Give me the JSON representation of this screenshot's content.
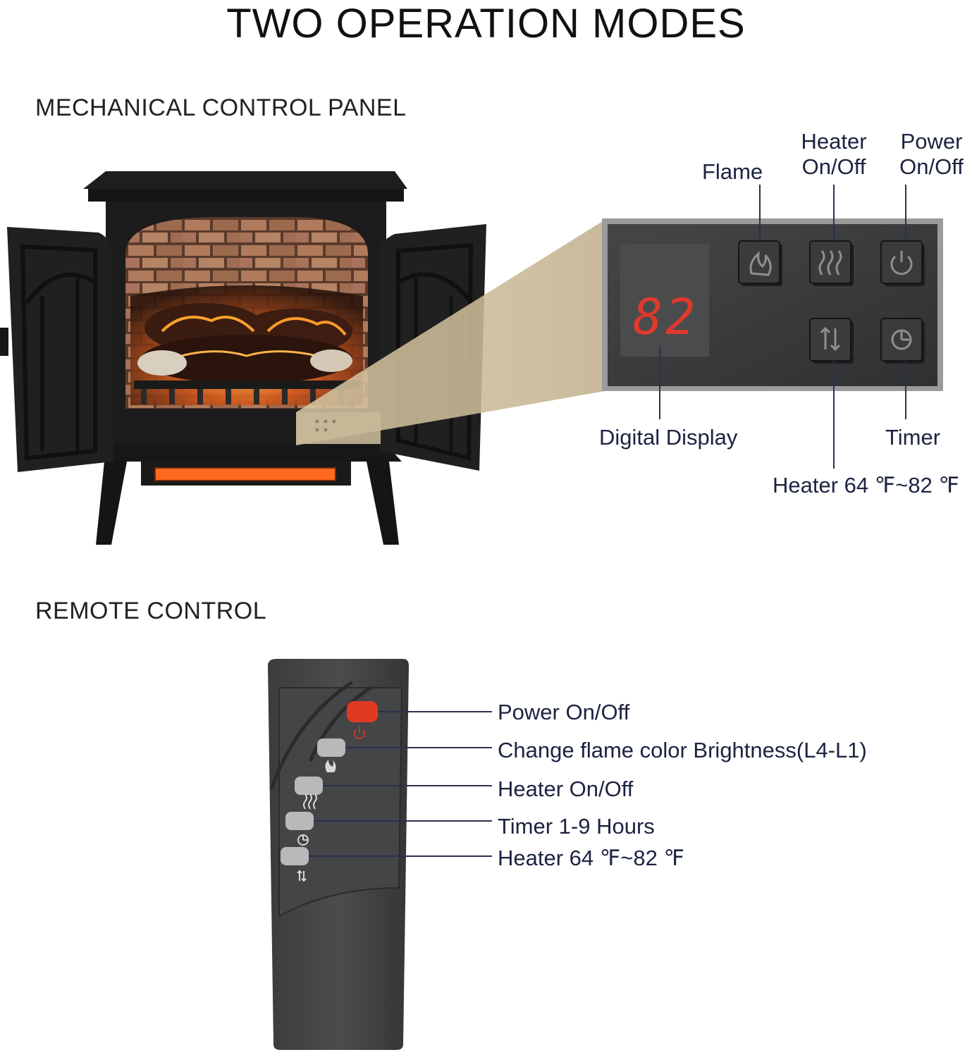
{
  "title": "TWO OPERATION MODES",
  "mechanical": {
    "heading": "MECHANICAL CONTROL PANEL",
    "display_digits": "82",
    "labels": {
      "flame": "Flame",
      "heater_line1": "Heater",
      "heater_line2": "On/Off",
      "power_line1": "Power",
      "power_line2": "On/Off",
      "digital_display": "Digital Display",
      "timer": "Timer",
      "heater_range": "Heater 64 ℉~82 ℉"
    }
  },
  "remote": {
    "heading": "REMOTE CONTROL",
    "labels": {
      "power": "Power On/Off",
      "flame": "Change flame color Brightness(L4-L1)",
      "heater": "Heater On/Off",
      "timer": "Timer 1-9 Hours",
      "range": "Heater 64 ℉~82 ℉"
    }
  },
  "colors": {
    "text": "#1c2340",
    "panel": "#3a3b3c",
    "display_digit": "#e0392b",
    "remote_power": "#e03b22",
    "remote_button": "#b9b9b9"
  }
}
